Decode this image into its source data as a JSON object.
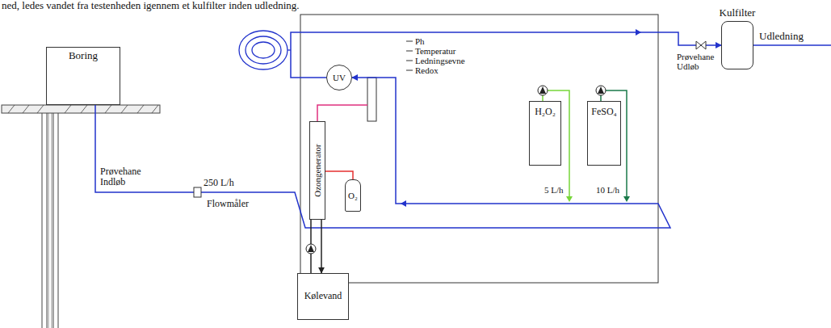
{
  "diagram": {
    "nodes": [
      {
        "text": [
          "Boring"
        ]
      },
      {
        "text": [
          "UV"
        ]
      },
      {
        "text": [
          "Ozongenerator"
        ]
      },
      {
        "text": [
          "O₂"
        ]
      },
      {
        "text": [
          "H₂O₂"
        ]
      },
      {
        "text": [
          "FeSO₄"
        ]
      },
      {
        "text": [
          "Kulfilter"
        ]
      },
      {
        "text": [
          "Kølevand"
        ]
      }
    ],
    "edges": [
      {
        "from": 0,
        "to": 1,
        "arrow": "to"
      },
      {
        "from": 1,
        "to": 6,
        "arrow": "to"
      },
      {
        "from": 3,
        "to": 2,
        "arrow": "none"
      },
      {
        "from": 7,
        "to": 2,
        "arrow": "none"
      },
      {
        "from": 2,
        "to": 7,
        "arrow": "to"
      }
    ],
    "labels": [
      "ned, ledes vandet fra testenheden igennem et kulfilter inden udledning.",
      "Ph",
      "Temperatur",
      "Ledningsevne",
      "Redox",
      "Prøvehane Udløb",
      "Udledning",
      "Prøvehane Indløb",
      "250 L/h",
      "Flowmåler",
      "5 L/h",
      "10 L/h"
    ]
  }
}
